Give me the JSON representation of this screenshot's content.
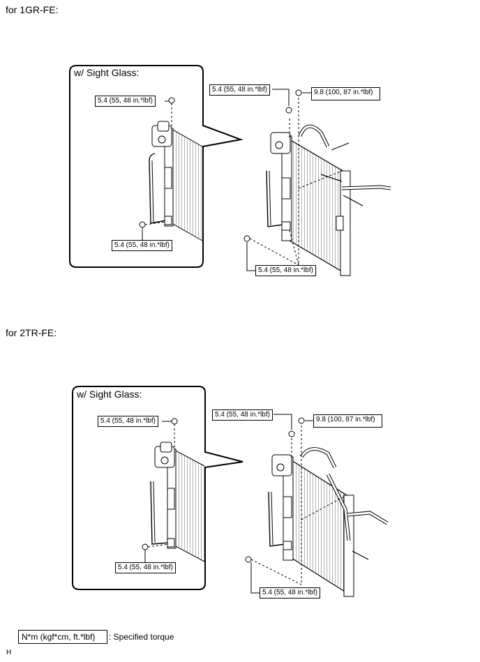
{
  "sections": [
    {
      "heading": "for 1GR-FE:",
      "callout_title": "w/ Sight Glass:",
      "callout_labels": [
        "5.4 (55, 48 in.*lbf)",
        "5.4 (55, 48 in.*lbf)"
      ],
      "main_labels": [
        "5.4 (55, 48 in.*lbf)",
        "9.8 (100, 87 in.*lbf)",
        "5.4 (55, 48 in.*lbf)"
      ]
    },
    {
      "heading": "for 2TR-FE:",
      "callout_title": "w/ Sight Glass:",
      "callout_labels": [
        "5.4 (55, 48 in.*lbf)",
        "5.4 (55, 48 in.*lbf)"
      ],
      "main_labels": [
        "5.4 (55, 48 in.*lbf)",
        "9.8 (100, 87 in.*lbf)",
        "5.4 (55, 48 in.*lbf)"
      ]
    }
  ],
  "legend": {
    "unit_box": "N*m (kgf*cm, ft.*lbf)",
    "description": ": Specified torque"
  },
  "corner_mark": "H"
}
